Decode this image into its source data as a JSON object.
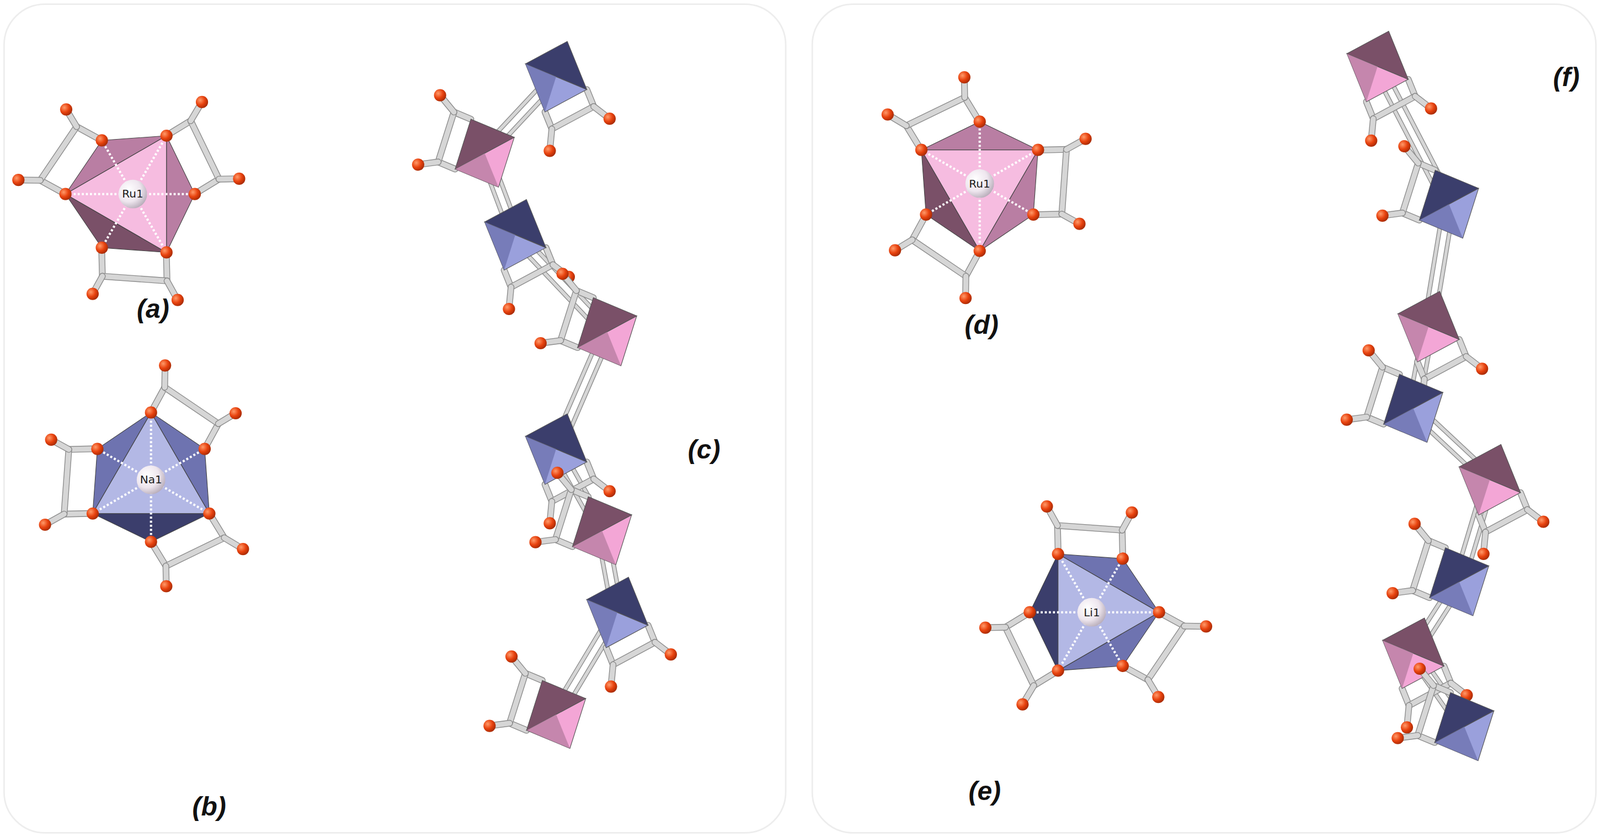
{
  "diagram": {
    "nodes": [
      {
        "text": [
          "Ru1"
        ]
      },
      {
        "text": [
          "Na1"
        ]
      },
      {
        "text": [
          "Ru1"
        ]
      },
      {
        "text": [
          "Li1"
        ]
      }
    ],
    "labels": [
      "(a)",
      "(b)",
      "(c)",
      "(d)",
      "(e)",
      "(f)"
    ]
  }
}
